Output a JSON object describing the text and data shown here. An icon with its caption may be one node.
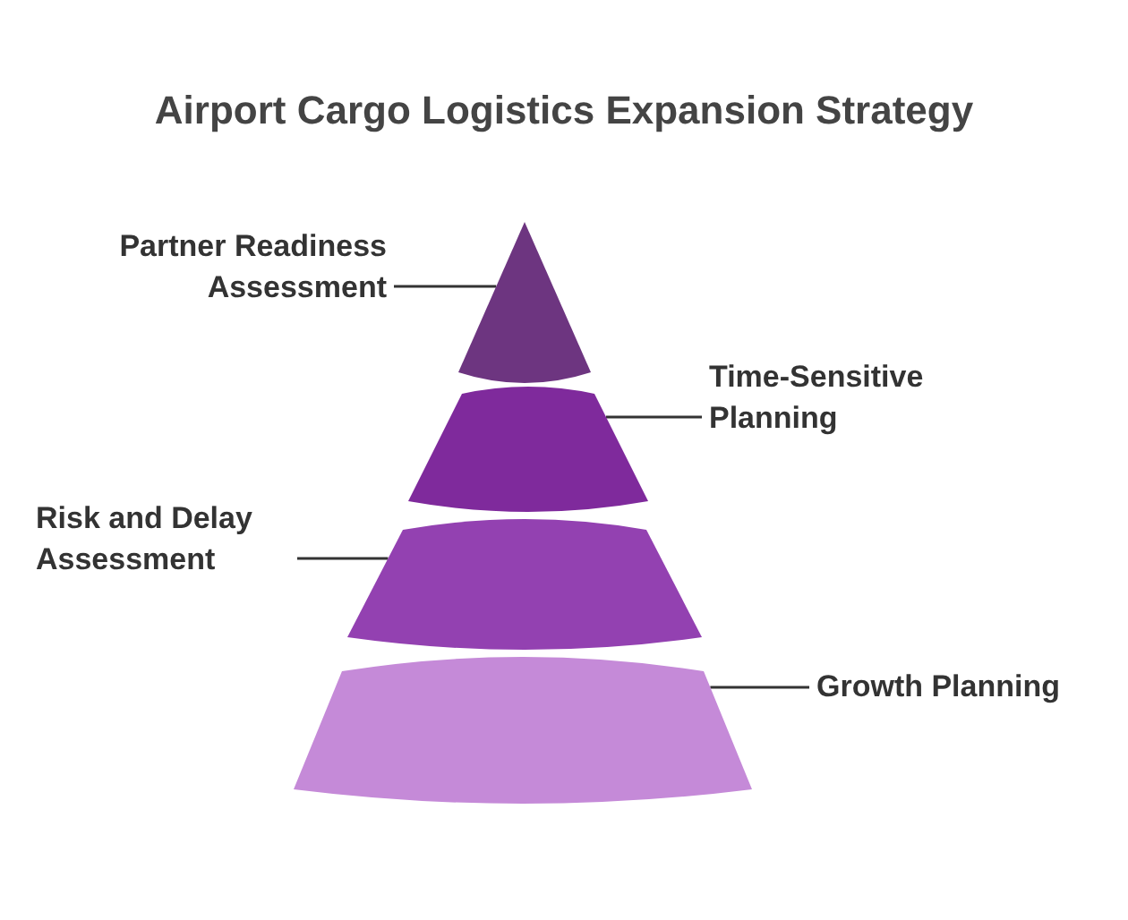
{
  "diagram": {
    "title": "Airport Cargo Logistics Expansion Strategy",
    "nodes": [
      {
        "text": [
          "Partner Readiness Assessment"
        ]
      },
      {
        "text": [],
        "shape": "triangle"
      },
      {
        "text": [
          "Time-Sensitive Planning"
        ]
      },
      {
        "text": [],
        "shape": "trapezoid"
      },
      {
        "text": [
          "Risk and Delay Assessment"
        ]
      },
      {
        "text": [],
        "shape": "trapezoid"
      },
      {
        "text": [],
        "shape": "trapezoid"
      },
      {
        "text": [
          "Growth Planning"
        ]
      }
    ],
    "edges": [
      {
        "from": 0,
        "to": 1,
        "arrow": "none"
      },
      {
        "from": 2,
        "to": 3,
        "arrow": "none"
      },
      {
        "from": 4,
        "to": 5,
        "arrow": "none"
      },
      {
        "from": 7,
        "to": 6,
        "arrow": "none"
      }
    ]
  }
}
